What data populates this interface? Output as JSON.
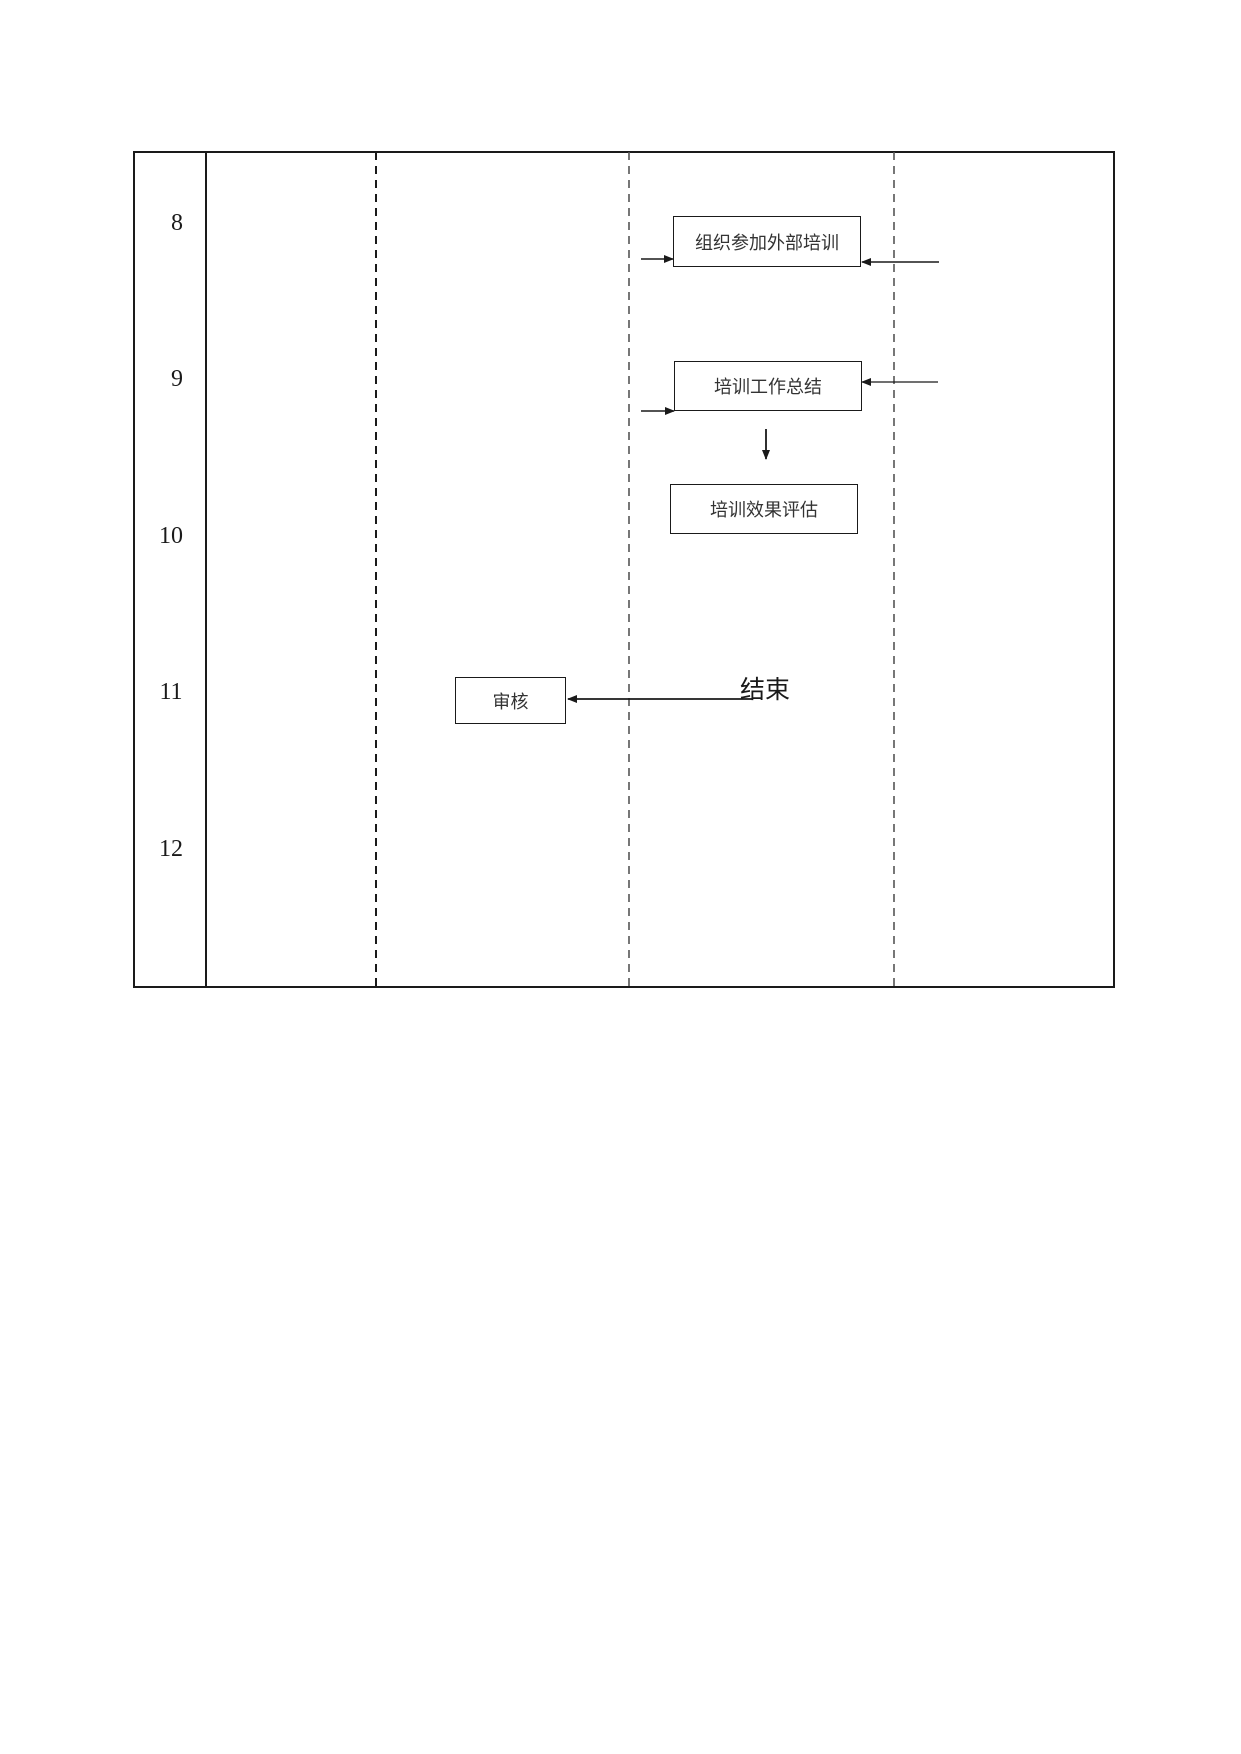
{
  "steps": [
    {
      "num": "8"
    },
    {
      "num": "9"
    },
    {
      "num": "10"
    },
    {
      "num": "11"
    },
    {
      "num": "12"
    }
  ],
  "nodes": {
    "external_training": "组织参加外部培训",
    "training_summary": "培训工作总结",
    "training_evaluation": "培训效果评估",
    "review": "审核",
    "end": "结束"
  }
}
